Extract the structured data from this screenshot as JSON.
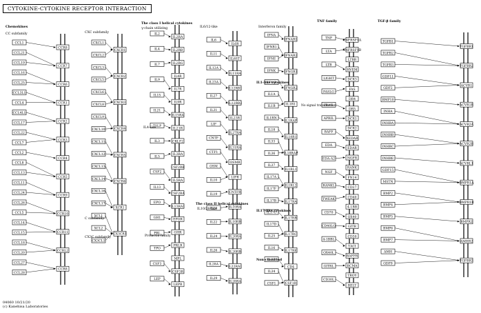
{
  "title": "CYTOKINE-CYTOKINE RECEPTOR INTERACTION",
  "footer": [
    "04060 10/21/20",
    "(c) Kanehisa Laboratories"
  ],
  "sections": [
    {
      "label": "Chemokines",
      "bold": true
    },
    {
      "label": "CC subfamily"
    },
    {
      "label": "CXC subfamily"
    },
    {
      "label": "C subfamily"
    },
    {
      "label": "CX3C subfamily"
    },
    {
      "label": "The class I helical cytokines",
      "bold": true
    },
    {
      "label": "γ-chain utilizing"
    },
    {
      "label": "IL6/12-like"
    },
    {
      "label": "IL4-like"
    },
    {
      "label": "Prolactin family"
    },
    {
      "label": "The class II helical cytokines",
      "bold": true
    },
    {
      "label": "IL10/28-like"
    },
    {
      "label": "Interferon family"
    },
    {
      "label": "IL1-like cytokines",
      "bold": true
    },
    {
      "label": "IL17-like cytokines",
      "bold": true
    },
    {
      "label": "Non-classified",
      "bold": true
    },
    {
      "label": "TNF family",
      "bold": true
    },
    {
      "label": "TGF-β family",
      "bold": true
    }
  ],
  "ligand_columns": [
    [
      "CCL1",
      "CCL21",
      "CCL19",
      "CCL16",
      "CCL25",
      "CCL3L1",
      "CCL4",
      "CCL4L1",
      "CCL17",
      "CCL22",
      "CCL7",
      "CCL2",
      "CCL8",
      "CCL13",
      "CCL11",
      "CCL24",
      "CCL26",
      "CCL5",
      "CCL14",
      "CCL15",
      "CCL18",
      "CCL20",
      "CCL27",
      "CCL28"
    ],
    [
      "CXCL1",
      "CXCL2",
      "CXCL3",
      "CXCL5",
      "CXCL6",
      "CXCL8",
      "CXCL9",
      "CXCL10",
      "CXCL11",
      "CXCL12",
      "CXCL13",
      "CXCL14",
      "CXCL16",
      "CXCL17",
      "XCL1",
      "XCL2",
      "CX3CL1"
    ],
    [
      "IL2",
      "IL4",
      "IL7",
      "IL9",
      "IL15",
      "IL21",
      "TSLP",
      "IL3",
      "IL5",
      "CSF2",
      "IL13",
      "EPO",
      "GH1",
      "PRL",
      "TPO",
      "CSF3",
      "LEP"
    ],
    [
      "IL6",
      "IL11",
      "IL12A",
      "IL23A",
      "IL27",
      "IL31",
      "LIF",
      "CNTF",
      "CTF1",
      "OSM",
      "IL10",
      "IL19",
      "IL20",
      "IL22",
      "IL24",
      "IL26",
      "IL28A",
      "IL29"
    ],
    [
      "IFNA",
      "IFNB1",
      "IFNE",
      "IFNK",
      "IFNG",
      "IL1A",
      "IL1B",
      "IL1RN",
      "IL18",
      "IL33",
      "IL36",
      "IL37",
      "IL17A",
      "IL17F",
      "IL17B",
      "IL17C",
      "IL17D",
      "IL25",
      "IL16",
      "IL32",
      "IL34",
      "CSF1"
    ],
    [
      "TNF",
      "LTA",
      "LTB",
      "LIGHT",
      "FASLG",
      "TRAIL",
      "APRIL",
      "BAFF",
      "EDA",
      "EDA-A2",
      "NGF",
      "RANKL",
      "TWEAK",
      "CD70",
      "CD40LG",
      "4-1BBL",
      "OX40L",
      "GITRL",
      "CD30L"
    ],
    [
      "TGFB1",
      "TGFB2",
      "TGFB3",
      "GDF11",
      "GDF2",
      "BMP10",
      "INHA",
      "INHBA",
      "INHBB",
      "INHBC",
      "INHBE",
      "GDF15",
      "MSTN",
      "BMP2",
      "BMP4",
      "BMP5",
      "BMP6",
      "BMP7",
      "AMH",
      "GDF9"
    ]
  ],
  "receptor_columns": [
    [
      "CCR8",
      "CCR7",
      "CCR6",
      "CCR1",
      "CCR2",
      "CCR3",
      "CCR4",
      "CCR5",
      "CCR9",
      "CCR10",
      "CCR11",
      "CCRL2",
      "CCR8"
    ],
    [
      "CXCR1",
      "CXCR2",
      "CXCR3",
      "CXCR4",
      "CXCR5",
      "CXCR6",
      "XCR1",
      "CX3CR1"
    ],
    [
      "IL2RA",
      "IL2RB",
      "IL2RG",
      "IL4R",
      "IL7R",
      "IL9R",
      "IL15RA",
      "IL21R",
      "CRLF2",
      "IL3RA",
      "CSF2RB",
      "IL5RA",
      "CSF2RA",
      "IL13RA1",
      "EPOR",
      "GHR",
      "PRLR",
      "MPL",
      "CSF3R",
      "LEPR"
    ],
    [
      "IL6R",
      "IL6ST",
      "IL11RA",
      "IL12RB1",
      "IL12RB2",
      "IL23R",
      "IL27RA",
      "IL31RA",
      "OSMR",
      "LIFR",
      "CNTFR",
      "IL10RA",
      "IL10RB",
      "IL20RA",
      "IL20RB",
      "IL22RA1",
      "IL28RA"
    ],
    [
      "IFNAR1",
      "IFNAR2",
      "IFNGR1",
      "IFNGR2",
      "IL1R1",
      "IL1RAP",
      "IL18R1",
      "IL18RAP",
      "IL1RL1",
      "IL1RL2",
      "IL17RA",
      "IL17RB",
      "IL17RC",
      "IL17RE",
      "CD4",
      "CSF1R"
    ],
    [
      "TNFRSF1A",
      "TNFRSF1B",
      "LTBR",
      "HVEM",
      "DCR3",
      "FAS",
      "DR4",
      "DR5",
      "DCR1",
      "DCR2",
      "XEDAR",
      "EDAR",
      "NGFR",
      "RANK",
      "FN14",
      "CD27",
      "CD40",
      "4-1BB",
      "OX40",
      "GITR",
      "CD30",
      "TACI",
      "BAFFR",
      "BCMA",
      "TROY",
      "RELT"
    ],
    [
      "TGFBR1",
      "TGFBR2",
      "ACVR1",
      "ACVR1B",
      "ACVR2A",
      "ACVR2B",
      "ACVRL1",
      "BMPR1A",
      "BMPR1B",
      "BMPR2",
      "AMHR2",
      "TGFBR3"
    ]
  ],
  "annotations": [
    "No signal transduction",
    "?"
  ]
}
